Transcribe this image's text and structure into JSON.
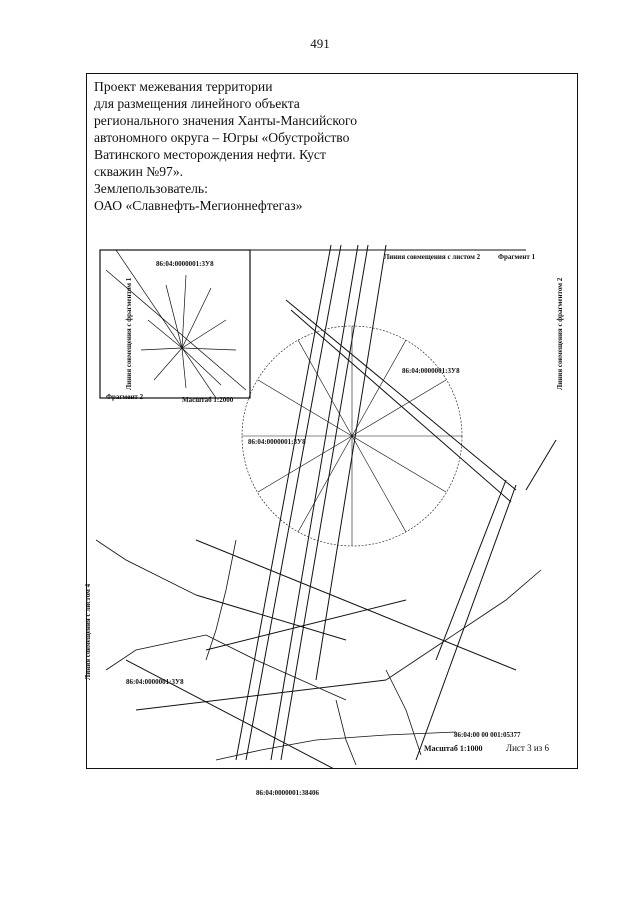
{
  "page": {
    "number": "491"
  },
  "header": {
    "lines": [
      "Проект межевания территории",
      "для размещения линейного объекта",
      "регионального значения Ханты-Мансийского",
      "автономного  округа – Югры  «Обустройство",
      "Ватинского месторождения нефти. Куст",
      "скважин №97».",
      "Землепользователь:",
      "ОАО «Славнефть-Мегионнефтегаз»"
    ]
  },
  "map": {
    "fragment1_label": "Фрагмент 1",
    "fragment2_label": "Фрагмент 2",
    "match_line_sheet2": "Линия совмещения с листом 2",
    "match_line_sheet4": "Линия совмещения с листом 4",
    "match_line_fragment1": "Линия совмещения с фрагментом 1",
    "match_line_fragment2": "Линия совмещения с фрагментом 2",
    "scale_inset": "Масштаб 1:2000",
    "scale_main": "Масштаб 1:1000",
    "sheet_label": "Лист 3 из 6",
    "cadastral": {
      "c1": "86:04:0000001:3У8",
      "c2": "86:04:0000001:3У8",
      "c3": "86:04:0000001:3У8",
      "c4": "86:04:0000001:3У8",
      "c5": "86:04:00 00 001:05377",
      "c6": "86:04:0000001:38406"
    },
    "line_color": "#111111"
  }
}
